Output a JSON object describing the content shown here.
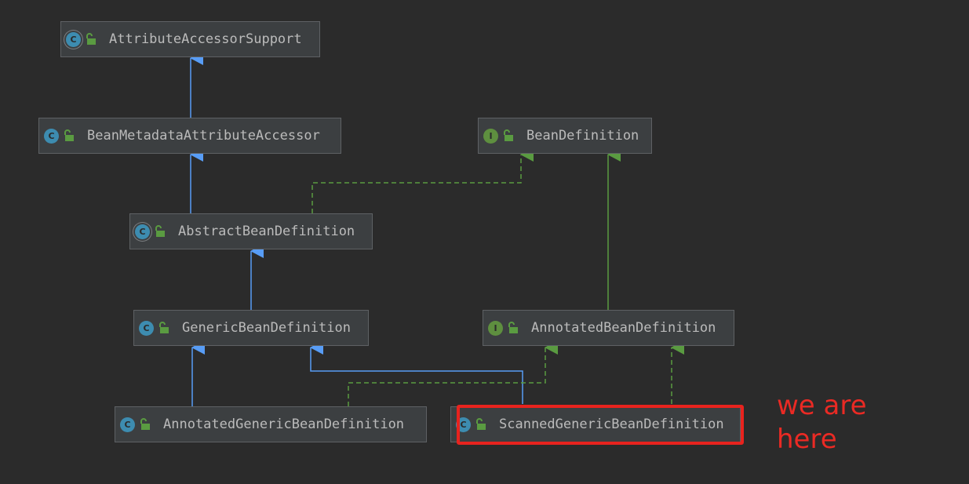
{
  "colors": {
    "background": "#2b2b2b",
    "node_fill": "#3c3f41",
    "node_border": "#5e6164",
    "node_text": "#bbbbbb",
    "class_icon": "#3d8cb0",
    "interface_icon": "#5e8f3f",
    "extends_arrow": "#589df6",
    "implements_arrow": "#5a9b41",
    "highlight": "#e8231e"
  },
  "nodes": [
    {
      "id": "AttributeAccessorSupport",
      "label": "AttributeAccessorSupport",
      "kind": "abstract",
      "icon_letter": "C"
    },
    {
      "id": "BeanMetadataAttributeAccessor",
      "label": "BeanMetadataAttributeAccessor",
      "kind": "class",
      "icon_letter": "C"
    },
    {
      "id": "BeanDefinition",
      "label": "BeanDefinition",
      "kind": "interface",
      "icon_letter": "I"
    },
    {
      "id": "AbstractBeanDefinition",
      "label": "AbstractBeanDefinition",
      "kind": "abstract",
      "icon_letter": "C"
    },
    {
      "id": "GenericBeanDefinition",
      "label": "GenericBeanDefinition",
      "kind": "class",
      "icon_letter": "C"
    },
    {
      "id": "AnnotatedBeanDefinition",
      "label": "AnnotatedBeanDefinition",
      "kind": "interface",
      "icon_letter": "I"
    },
    {
      "id": "AnnotatedGenericBeanDefinition",
      "label": "AnnotatedGenericBeanDefinition",
      "kind": "class",
      "icon_letter": "C"
    },
    {
      "id": "ScannedGenericBeanDefinition",
      "label": "ScannedGenericBeanDefinition",
      "kind": "class",
      "icon_letter": "C"
    }
  ],
  "edges": [
    {
      "from": "BeanMetadataAttributeAccessor",
      "to": "AttributeAccessorSupport",
      "type": "extends"
    },
    {
      "from": "AbstractBeanDefinition",
      "to": "BeanMetadataAttributeAccessor",
      "type": "extends"
    },
    {
      "from": "AbstractBeanDefinition",
      "to": "BeanDefinition",
      "type": "implements"
    },
    {
      "from": "GenericBeanDefinition",
      "to": "AbstractBeanDefinition",
      "type": "extends"
    },
    {
      "from": "AnnotatedBeanDefinition",
      "to": "BeanDefinition",
      "type": "extends-interface"
    },
    {
      "from": "AnnotatedGenericBeanDefinition",
      "to": "GenericBeanDefinition",
      "type": "extends"
    },
    {
      "from": "ScannedGenericBeanDefinition",
      "to": "GenericBeanDefinition",
      "type": "extends"
    },
    {
      "from": "AnnotatedGenericBeanDefinition",
      "to": "AnnotatedBeanDefinition",
      "type": "implements"
    },
    {
      "from": "ScannedGenericBeanDefinition",
      "to": "AnnotatedBeanDefinition",
      "type": "implements"
    }
  ],
  "annotation": {
    "target": "ScannedGenericBeanDefinition",
    "line1": "we are",
    "line2": "here"
  }
}
